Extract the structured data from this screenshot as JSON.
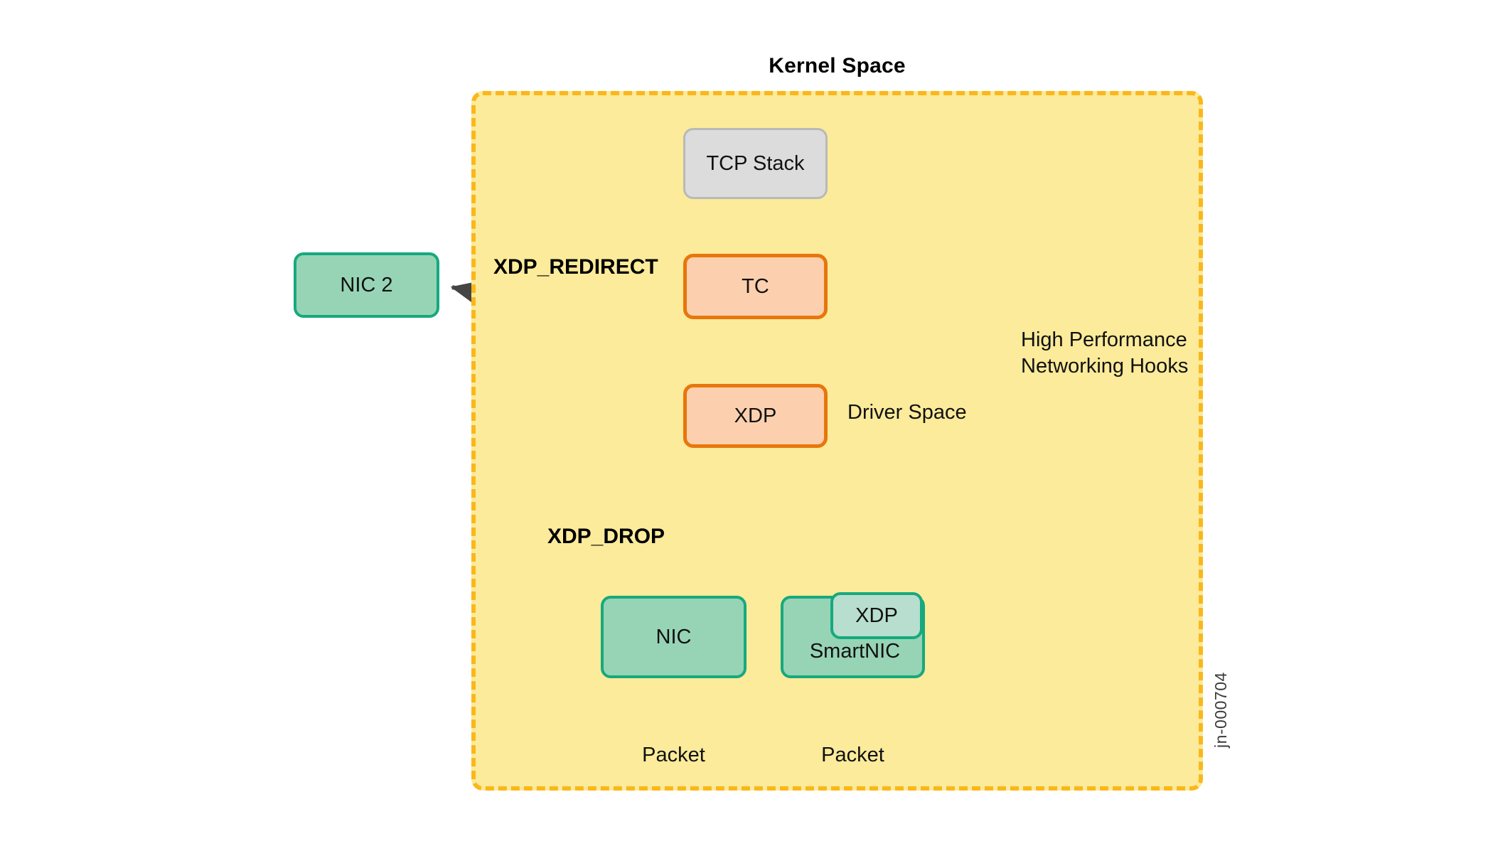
{
  "diagram": {
    "title": "Kernel Space",
    "watermark": "jn-000704",
    "colors": {
      "kernel_fill": "#fbeb9a",
      "kernel_border": "#fbb71a",
      "hook_fill": "#fcd0ae",
      "hook_border": "#e8760d",
      "nic_fill": "#97d4b6",
      "nic_border": "#16a97e",
      "nic_inner_fill": "#b7dece",
      "stack_fill": "#dcdcdc",
      "stack_border": "#b9b9b9",
      "arrow": "#454545"
    }
  },
  "nodes": {
    "tcp_stack": "TCP Stack",
    "tc": "TC",
    "xdp": "XDP",
    "nic2": "NIC 2",
    "nic": "NIC",
    "smartnic": "SmartNIC",
    "smartnic_xdp": "XDP"
  },
  "labels": {
    "xdp_redirect": "XDP_REDIRECT",
    "xdp_drop": "XDP_DROP",
    "driver_space": "Driver Space",
    "high_performance_hooks": "High Performance Networking Hooks",
    "packet_left": "Packet",
    "packet_right": "Packet"
  },
  "icons": {
    "drop_x": "x-mark-icon"
  },
  "flows": [
    {
      "from": "Packet",
      "to": "NIC"
    },
    {
      "from": "Packet",
      "to": "SmartNIC"
    },
    {
      "from": "NIC",
      "to": "XDP"
    },
    {
      "from": "SmartNIC",
      "to": "XDP"
    },
    {
      "from": "XDP",
      "to": "TC"
    },
    {
      "from": "TC",
      "to": "TCP Stack"
    },
    {
      "from": "XDP",
      "to": "NIC 2",
      "label": "XDP_REDIRECT"
    },
    {
      "from": "XDP",
      "to": "XDP_DROP",
      "label": "XDP_DROP"
    }
  ]
}
